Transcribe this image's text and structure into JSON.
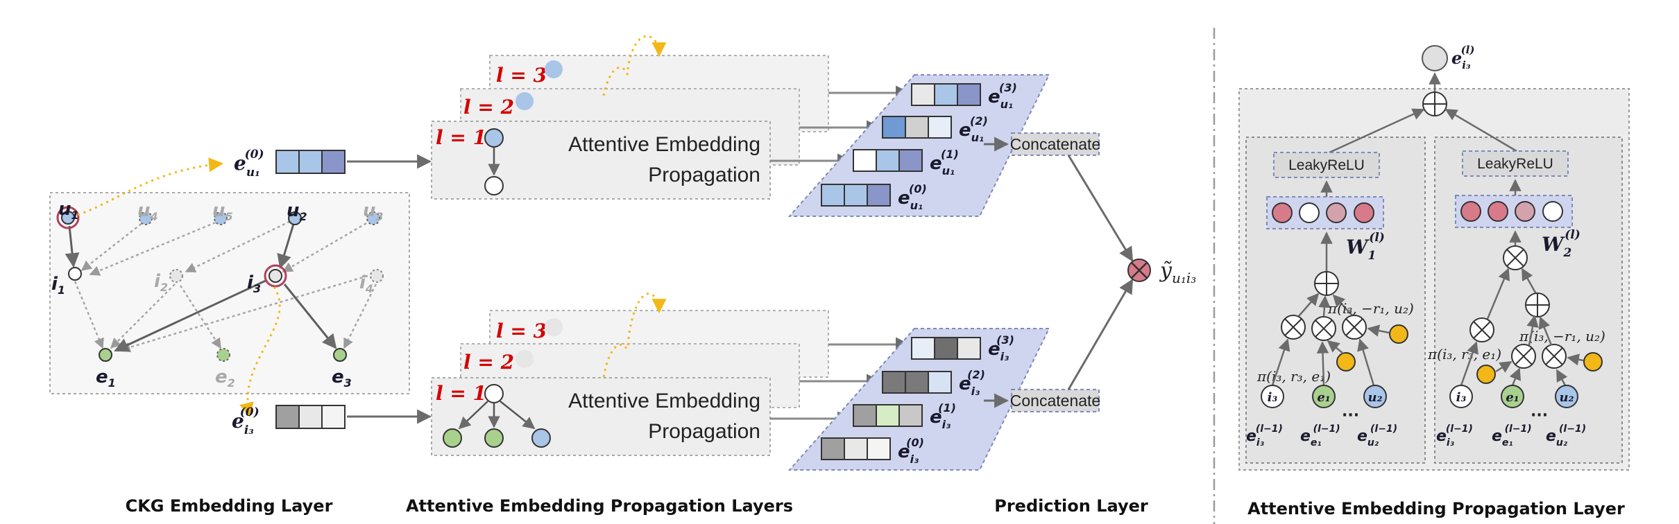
{
  "captions": {
    "ckg": "CKG Embedding Layer",
    "aep_layers": "Attentive Embedding Propagation Layers",
    "prediction": "Prediction Layer",
    "aep_layer": "Attentive Embedding Propagation Layer"
  },
  "graph": {
    "nodes": {
      "u1": "u",
      "u1_sub": "1",
      "u4": "u",
      "u4_sub": "4",
      "u5": "u",
      "u5_sub": "5",
      "u2": "u",
      "u2_sub": "2",
      "u3": "u",
      "u3_sub": "3",
      "i1": "i",
      "i1_sub": "1",
      "i2": "i",
      "i2_sub": "2",
      "i3": "i",
      "i3_sub": "3",
      "i4": "i",
      "i4_sub": "4",
      "e1": "e",
      "e1_sub": "1",
      "e2": "e",
      "e2_sub": "2",
      "e3": "e",
      "e3_sub": "3"
    }
  },
  "embeddings": {
    "e": "e",
    "u1": "u₁",
    "i3": "i₃",
    "sup0": "(0)",
    "sup1": "(1)",
    "sup2": "(2)",
    "sup3": "(3)"
  },
  "layers": {
    "l1": "l = 1",
    "l2": "l = 2",
    "l3": "l = 3",
    "aep_line1": "Attentive Embedding",
    "aep_line2": "Propagation"
  },
  "prediction": {
    "concat": "Concatenate",
    "y": "ỹ",
    "y_sub": "u₁i₃"
  },
  "detail": {
    "top_e": "e",
    "top_e_sub": "i₃",
    "top_e_sup": "(l)",
    "leaky": "LeakyReLU",
    "W": "W",
    "W1_sub": "1",
    "W2_sub": "2",
    "W_sup": "(l)",
    "pi_left_1": "π(i₃, −r₁, u₂)",
    "pi_left_2": "π(i₃, r₃, e₁)",
    "pi_right_1": "π(i₃, −r₁, u₂)",
    "pi_right_2": "π(i₃, r₃, e₁)",
    "n_i3": "i₃",
    "n_e1": "e₁",
    "n_u2": "u₂",
    "bot_e": "e",
    "bot_i3": "i₃",
    "bot_e1": "e₁",
    "bot_u2": "u₂",
    "bot_sup": "(l−1)",
    "dots": "···"
  },
  "colors": {
    "blue": "#a9c5e8",
    "blue_mid": "#6f9ad3",
    "blue_dark": "#3d6fb6",
    "slate": "#8a96c9",
    "green": "#a9d18e",
    "gray_light": "#e8e8e8",
    "gray_mid": "#a0a0a0",
    "gray_dark": "#6f6f6f",
    "pink": "#d77b8b",
    "pink_light": "#d4a2ac",
    "yellow": "#f2b817",
    "red_label": "#d40000",
    "plane": "#cfd5ee"
  }
}
